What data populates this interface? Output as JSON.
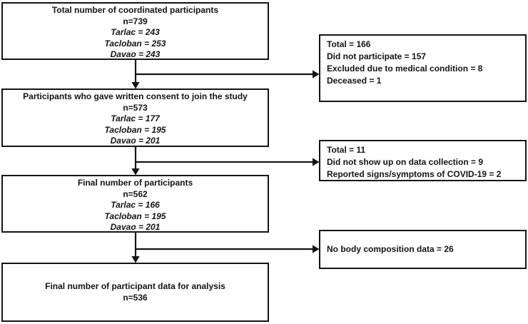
{
  "flowchart": {
    "colors": {
      "line": "#141414",
      "text": "#141414",
      "background": "#ffffff"
    },
    "main_boxes": [
      {
        "title": "Total number of coordinated participants",
        "n": "n=739",
        "sites": [
          "Tarlac = 243",
          "Tacloban = 253",
          "Davao = 243"
        ]
      },
      {
        "title": "Participants who gave written consent to join the study",
        "n": "n=573",
        "sites": [
          "Tarlac = 177",
          "Tacloban = 195",
          "Davao = 201"
        ]
      },
      {
        "title": "Final number of participants",
        "n": "n=562",
        "sites": [
          "Tarlac = 166",
          "Tacloban = 195",
          "Davao = 201"
        ]
      },
      {
        "title": "Final number of participant data for analysis",
        "n": "n=536",
        "sites": []
      }
    ],
    "side_boxes": [
      {
        "lines": [
          "Total = 166",
          "Did not participate = 157",
          "Excluded due to medical condition = 8",
          "Deceased = 1"
        ]
      },
      {
        "lines": [
          "Total = 11",
          "Did not show up on data collection = 9",
          "Reported signs/symptoms of COVID-19 = 2"
        ]
      },
      {
        "lines": [
          "No body composition data = 26"
        ]
      }
    ]
  }
}
